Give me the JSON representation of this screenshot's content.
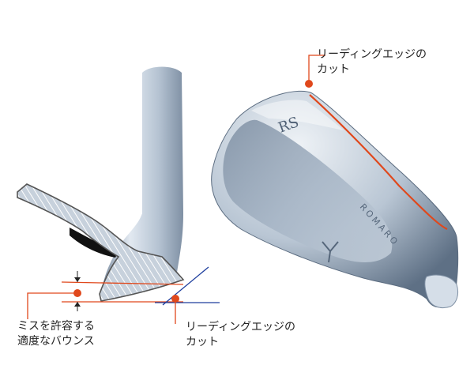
{
  "labels": {
    "leading_edge_top": [
      "リーディングエッジの",
      "カット"
    ],
    "bounce": [
      "ミスを許容する",
      "適度なバウンス"
    ],
    "leading_edge_bottom": [
      "リーディングエッジの",
      "カット"
    ]
  },
  "club_engraving": "ROMARO",
  "club_model": "RS",
  "colors": {
    "accent": "#e0481c",
    "blue_line": "#1f3f9e",
    "steel_light": "#dfe6ee",
    "steel_mid": "#a9b8c8",
    "steel_dark": "#6f8196",
    "text": "#222222"
  }
}
